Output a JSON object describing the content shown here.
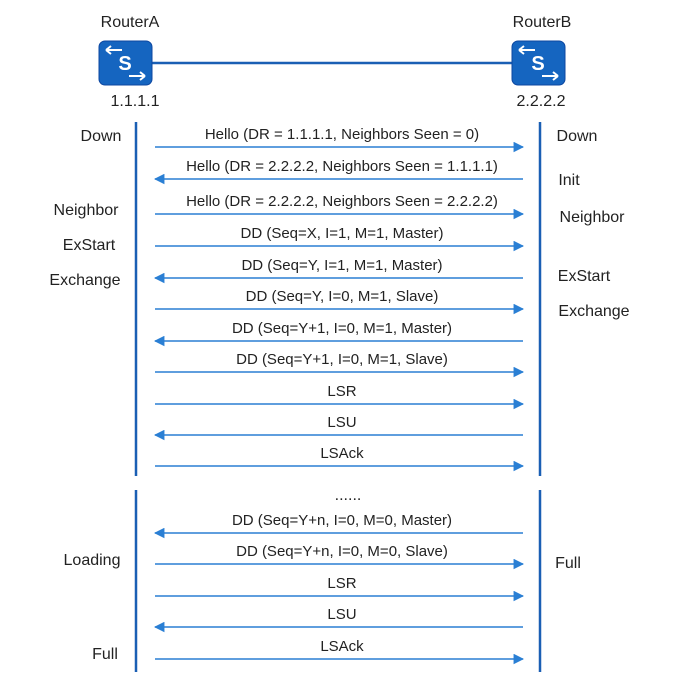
{
  "routers": {
    "a": {
      "name": "RouterA",
      "ip": "1.1.1.1",
      "icon": "switch-icon",
      "glyph": "S"
    },
    "b": {
      "name": "RouterB",
      "ip": "2.2.2.2",
      "icon": "switch-icon",
      "glyph": "S"
    }
  },
  "colors": {
    "accent": "#1565c0",
    "line": "#1a5fb4",
    "arrow": "#2a7fd4",
    "text": "#222222"
  },
  "states_a": [
    "Down",
    "Neighbor",
    "ExStart",
    "Exchange",
    "Loading",
    "Full"
  ],
  "states_b": [
    "Down",
    "Init",
    "Neighbor",
    "ExStart",
    "Exchange",
    "Full"
  ],
  "gap_label": "......",
  "messages": [
    {
      "label": "Hello (DR = 1.1.1.1, Neighbors Seen = 0)",
      "direction": "A->B"
    },
    {
      "label": "Hello (DR = 2.2.2.2, Neighbors Seen = 1.1.1.1)",
      "direction": "B->A"
    },
    {
      "label": "Hello (DR = 2.2.2.2, Neighbors Seen = 2.2.2.2)",
      "direction": "A->B"
    },
    {
      "label": "DD (Seq=X, I=1, M=1, Master)",
      "direction": "A->B"
    },
    {
      "label": "DD (Seq=Y, I=1, M=1, Master)",
      "direction": "B->A"
    },
    {
      "label": "DD (Seq=Y, I=0, M=1, Slave)",
      "direction": "A->B"
    },
    {
      "label": "DD (Seq=Y+1, I=0, M=1, Master)",
      "direction": "B->A"
    },
    {
      "label": "DD (Seq=Y+1, I=0, M=1, Slave)",
      "direction": "A->B"
    },
    {
      "label": "LSR",
      "direction": "A->B"
    },
    {
      "label": "LSU",
      "direction": "B->A"
    },
    {
      "label": "LSAck",
      "direction": "A->B"
    },
    {
      "label": "DD (Seq=Y+n, I=0, M=0, Master)",
      "direction": "B->A"
    },
    {
      "label": "DD (Seq=Y+n, I=0, M=0, Slave)",
      "direction": "A->B"
    },
    {
      "label": "LSR",
      "direction": "A->B"
    },
    {
      "label": "LSU",
      "direction": "B->A"
    },
    {
      "label": "LSAck",
      "direction": "A->B"
    }
  ]
}
